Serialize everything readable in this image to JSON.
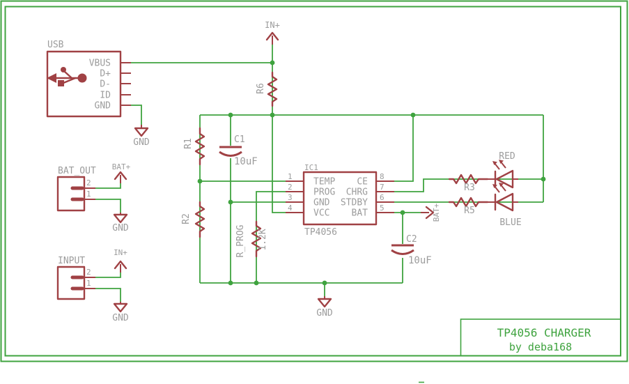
{
  "schematic": {
    "usb": {
      "label": "USB",
      "pins": [
        "VBUS",
        "D+",
        "D-",
        "ID",
        "GND"
      ]
    },
    "supply": {
      "in_top": "IN+",
      "bat_plus_left": "BAT+",
      "in_input": "IN+",
      "bat_plus_right": "BAT+"
    },
    "gnd_flags": {
      "usb": "GND",
      "bat_out": "GND",
      "input": "GND",
      "main": "GND"
    },
    "resistors": {
      "r1": "R1",
      "r2": "R2",
      "r6": "R6",
      "r3": "R3",
      "r5": "R5"
    },
    "r_prog": {
      "name": "R_PROG",
      "value": "1.2K"
    },
    "c1": {
      "name": "C1",
      "value": "10uF"
    },
    "c2": {
      "name": "C2",
      "value": "10uF"
    },
    "ic1": {
      "ref": "IC1",
      "value": "TP4056",
      "pins_left": [
        {
          "n": "1",
          "name": "TEMP"
        },
        {
          "n": "2",
          "name": "PROG"
        },
        {
          "n": "3",
          "name": "GND"
        },
        {
          "n": "4",
          "name": "VCC"
        }
      ],
      "pins_right": [
        {
          "n": "8",
          "name": "CE"
        },
        {
          "n": "7",
          "name": "CHRG"
        },
        {
          "n": "6",
          "name": "STDBY"
        },
        {
          "n": "5",
          "name": "BAT"
        }
      ]
    },
    "led_red": "RED",
    "led_blue": "BLUE",
    "bat_out": {
      "label": "BAT_OUT",
      "pins": [
        "2",
        "1"
      ]
    },
    "input": {
      "label": "INPUT",
      "pins": [
        "2",
        "1"
      ]
    },
    "title_block": {
      "title": "TP4056 CHARGER",
      "byline": "by deba168"
    },
    "colors": {
      "wire": "#3fa33f",
      "component": "#a04144",
      "label": "#9c9c9c"
    }
  }
}
